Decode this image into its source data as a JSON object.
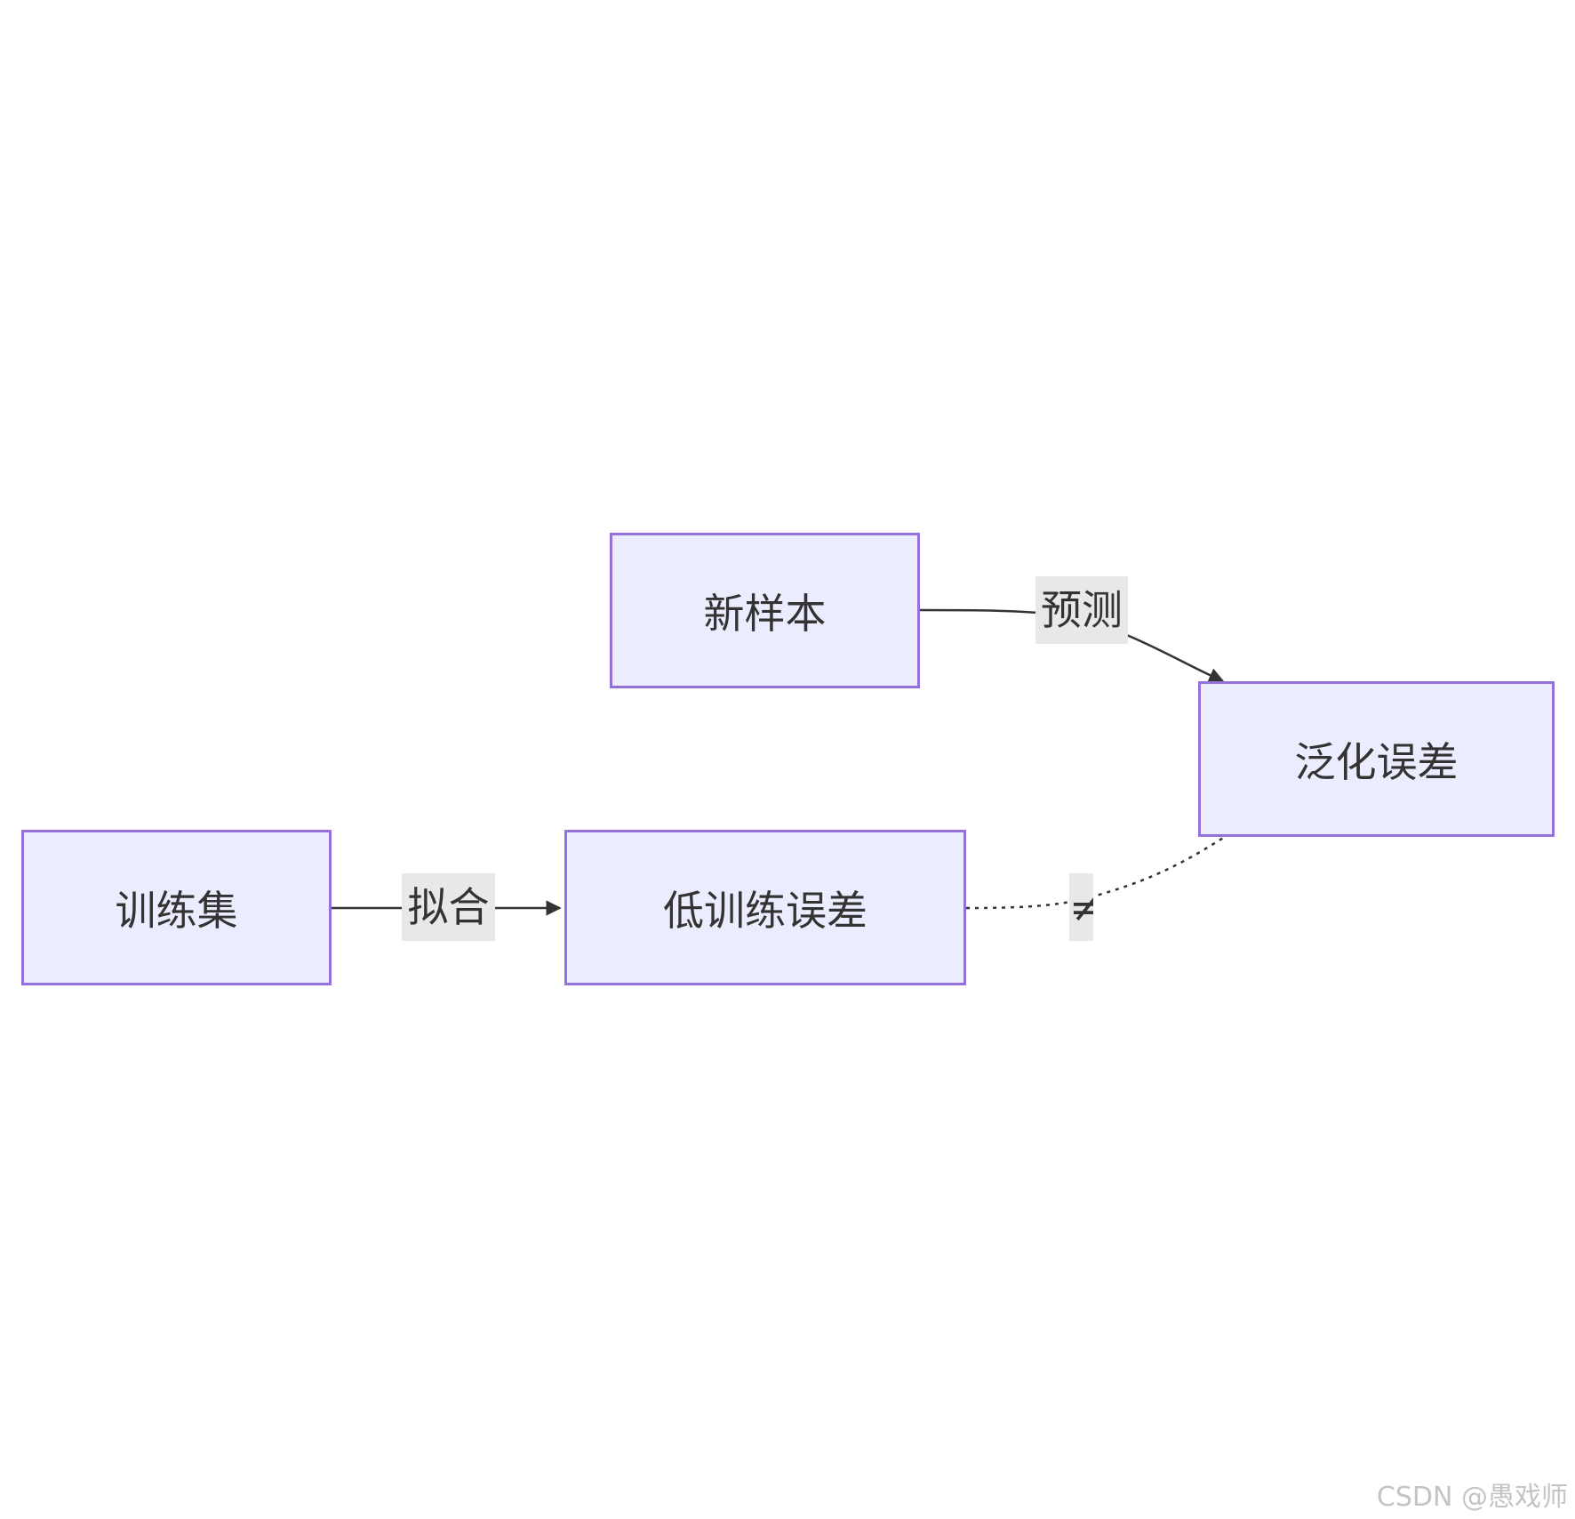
{
  "nodes": {
    "training_set": "训练集",
    "low_training_error": "低训练误差",
    "new_sample": "新样本",
    "generalization_error": "泛化误差"
  },
  "edges": {
    "fit_label": "拟合",
    "predict_label": "预测",
    "not_equal_label": "≠"
  },
  "colors": {
    "node_fill": "#ececff",
    "node_border": "#9370db",
    "edge_stroke": "#333333",
    "label_bg": "#e8e8e8"
  },
  "watermark": "CSDN @愚戏师"
}
